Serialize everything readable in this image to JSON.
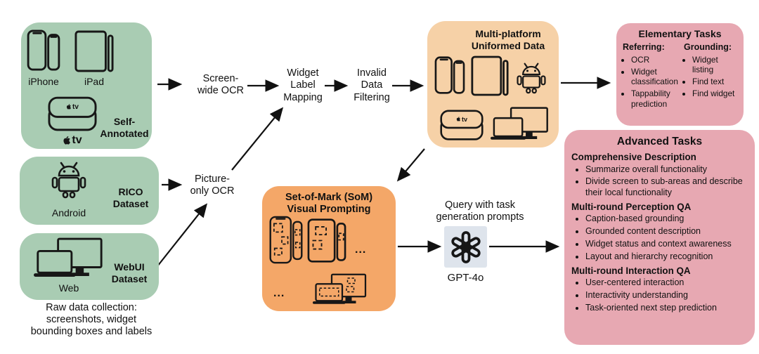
{
  "colors": {
    "source_green": "#a9ccb3",
    "uniform_peach": "#f6d1a7",
    "som_orange": "#f4a768",
    "task_pink": "#e7a8b2",
    "gpt_badge_bg": "#dee4ec",
    "arrow": "#111111"
  },
  "sources": {
    "self_annotated": {
      "iphone_label": "iPhone",
      "ipad_label": "iPad",
      "appletv_inner_label": "tv",
      "tv_label": "tv",
      "name": "Self-\nAnnotated"
    },
    "rico": {
      "device_label": "Android",
      "name": "RICO\nDataset"
    },
    "webui": {
      "device_label": "Web",
      "name": "WebUI\nDataset"
    },
    "caption": "Raw data collection:\nscreenshots, widget\nbounding boxes and labels"
  },
  "pipeline": {
    "screen_wide_ocr": "Screen-\nwide OCR",
    "widget_label_mapping": "Widget\nLabel\nMapping",
    "invalid_data_filtering": "Invalid\nData\nFiltering",
    "picture_only_ocr": "Picture-\nonly OCR"
  },
  "multi_platform": {
    "title": "Multi-platform\nUniformed Data",
    "appletv_inner_label": "tv"
  },
  "som": {
    "title": "Set-of-Mark (SoM)\nVisual Prompting",
    "dots": "..."
  },
  "gpt": {
    "query_label": "Query with task\ngeneration prompts",
    "model_label": "GPT-4o"
  },
  "elementary": {
    "title": "Elementary Tasks",
    "referring": {
      "header": "Referring:",
      "items": [
        "OCR",
        "Widget classification",
        "Tappability prediction"
      ]
    },
    "grounding": {
      "header": "Grounding:",
      "items": [
        "Widget listing",
        "Find text",
        "Find widget"
      ]
    }
  },
  "advanced": {
    "title": "Advanced Tasks",
    "sections": [
      {
        "header": "Comprehensive Description",
        "items": [
          "Summarize overall functionality",
          "Divide screen to sub-areas and describe their local functionality"
        ]
      },
      {
        "header": "Multi-round Perception QA",
        "items": [
          "Caption-based grounding",
          "Grounded content description",
          "Widget status and context awareness",
          "Layout and hierarchy recognition"
        ]
      },
      {
        "header": "Multi-round Interaction QA",
        "items": [
          "User-centered interaction",
          "Interactivity understanding",
          "Task-oriented next step prediction"
        ]
      }
    ]
  }
}
